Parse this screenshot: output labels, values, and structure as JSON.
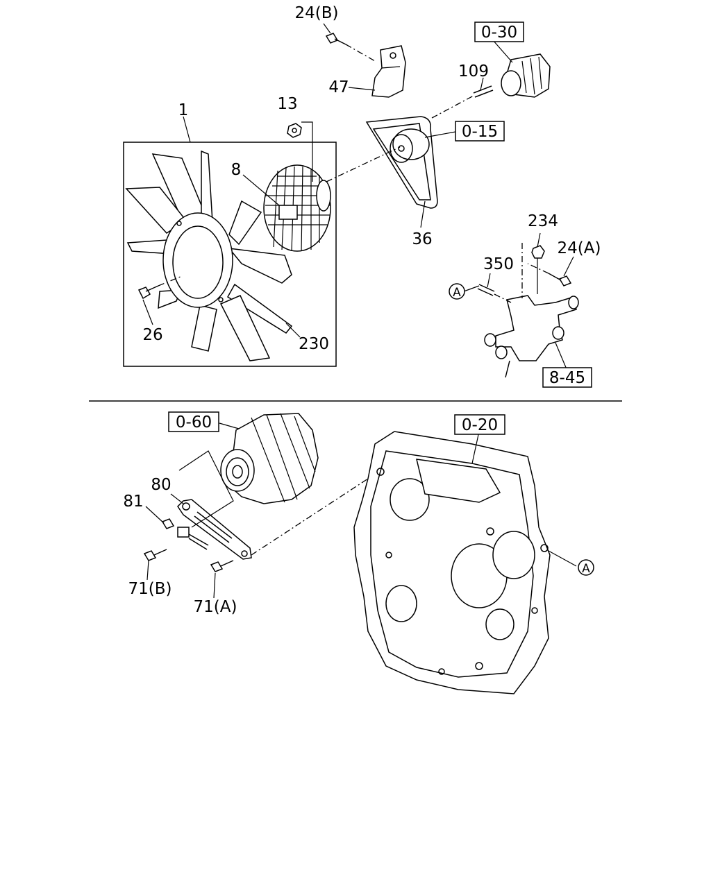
{
  "callouts": {
    "p1": "1",
    "p8": "8",
    "p13": "13",
    "p24b": "24(B)",
    "p47": "47",
    "p109": "109",
    "p36": "36",
    "p234": "234",
    "p24a": "24(A)",
    "p350": "350",
    "p26": "26",
    "p230": "230",
    "p80": "80",
    "p81": "81",
    "p71b": "71(B)",
    "p71a": "71(A)"
  },
  "refs": {
    "r030": "0-30",
    "r015": "0-15",
    "r845": "8-45",
    "r060": "0-60",
    "r020": "0-20"
  },
  "connectors": {
    "a_upper": "A",
    "a_lower": "A"
  }
}
